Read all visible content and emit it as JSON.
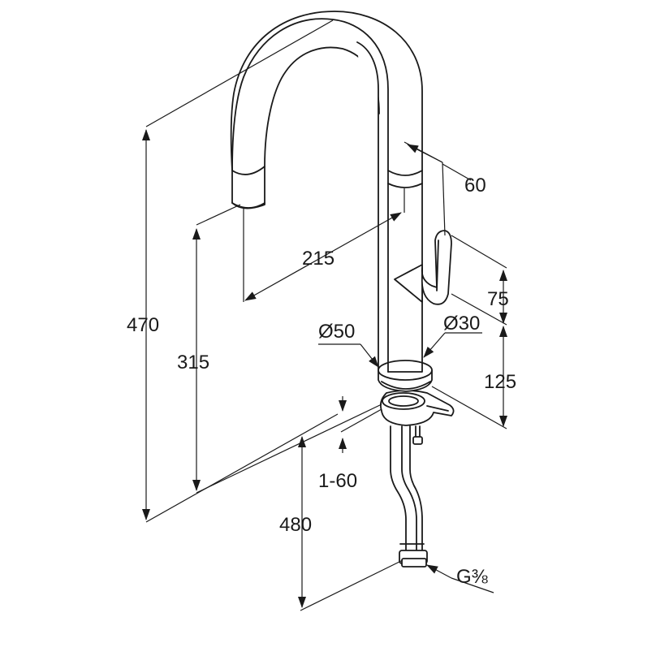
{
  "dimensions": {
    "overall_height": "470",
    "spout_height": "315",
    "spout_reach": "215",
    "handle_offset": "60",
    "handle_height": "75",
    "base_to_handle": "125",
    "base_diameter": "Ø50",
    "body_diameter": "Ø30",
    "deck_thickness": "1-60",
    "hose_length": "480",
    "connection_thread": "G⅜"
  },
  "colors": {
    "line": "#1a1a1a",
    "background": "#ffffff"
  }
}
